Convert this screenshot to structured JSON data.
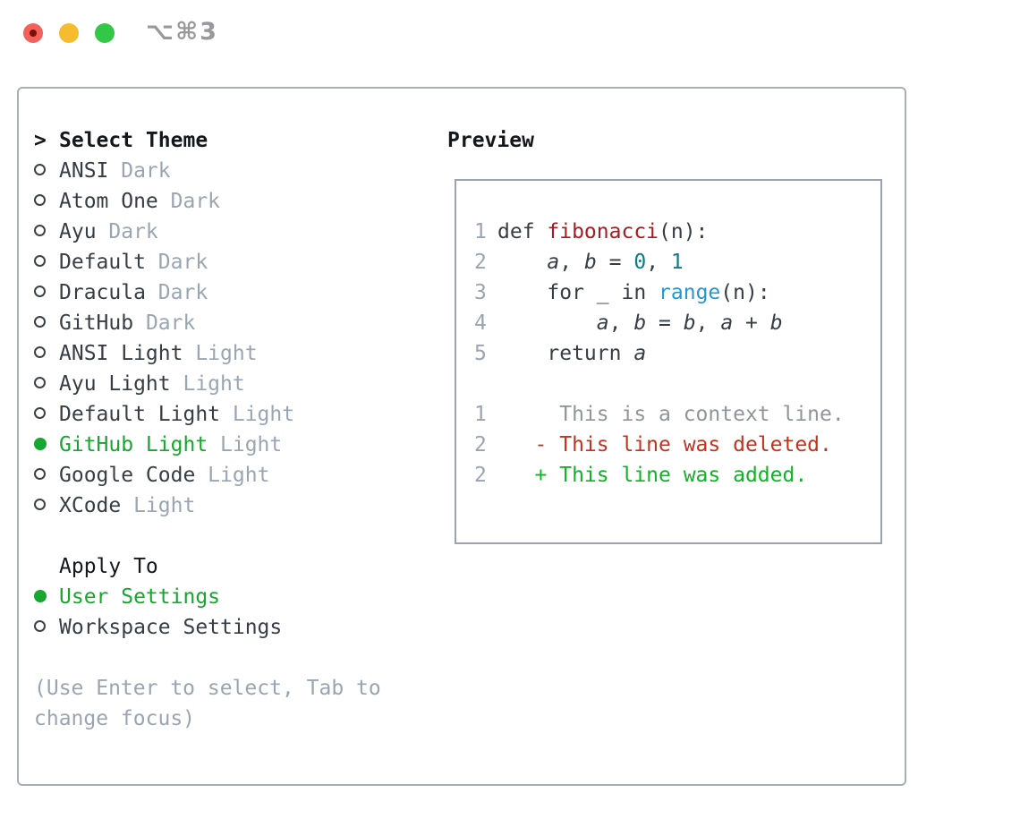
{
  "window": {
    "shortcut": "⌥⌘3"
  },
  "theme_list": {
    "prompt": ">",
    "header": "Select Theme",
    "items": [
      {
        "name": "ANSI",
        "variant": "Dark",
        "selected": false
      },
      {
        "name": "Atom One",
        "variant": "Dark",
        "selected": false
      },
      {
        "name": "Ayu",
        "variant": "Dark",
        "selected": false
      },
      {
        "name": "Default",
        "variant": "Dark",
        "selected": false
      },
      {
        "name": "Dracula",
        "variant": "Dark",
        "selected": false
      },
      {
        "name": "GitHub",
        "variant": "Dark",
        "selected": false
      },
      {
        "name": "ANSI Light",
        "variant": "Light",
        "selected": false
      },
      {
        "name": "Ayu Light",
        "variant": "Light",
        "selected": false
      },
      {
        "name": "Default Light",
        "variant": "Light",
        "selected": false
      },
      {
        "name": "GitHub Light",
        "variant": "Light",
        "selected": true
      },
      {
        "name": "Google Code",
        "variant": "Light",
        "selected": false
      },
      {
        "name": "XCode",
        "variant": "Light",
        "selected": false
      }
    ]
  },
  "apply_to": {
    "header": "Apply To",
    "options": [
      {
        "label": "User Settings",
        "selected": true
      },
      {
        "label": "Workspace Settings",
        "selected": false
      }
    ]
  },
  "hint": "(Use Enter to select, Tab to change focus)",
  "preview": {
    "header": "Preview",
    "lines": [
      {
        "kind": "code",
        "num": "1",
        "tokens": [
          [
            "kw",
            "def "
          ],
          [
            "title",
            "fibonacci"
          ],
          [
            "plain",
            "(n):"
          ]
        ]
      },
      {
        "kind": "code",
        "num": "2",
        "tokens": [
          [
            "plain",
            "    "
          ],
          [
            "var",
            "a"
          ],
          [
            "plain",
            ", "
          ],
          [
            "var",
            "b"
          ],
          [
            "plain",
            " = "
          ],
          [
            "num",
            "0"
          ],
          [
            "plain",
            ", "
          ],
          [
            "num",
            "1"
          ]
        ]
      },
      {
        "kind": "code",
        "num": "3",
        "tokens": [
          [
            "plain",
            "    "
          ],
          [
            "kw",
            "for"
          ],
          [
            "plain",
            " _ "
          ],
          [
            "kw",
            "in"
          ],
          [
            "plain",
            " "
          ],
          [
            "builtin",
            "range"
          ],
          [
            "plain",
            "(n):"
          ]
        ]
      },
      {
        "kind": "code",
        "num": "4",
        "tokens": [
          [
            "plain",
            "        "
          ],
          [
            "var",
            "a"
          ],
          [
            "plain",
            ", "
          ],
          [
            "var",
            "b"
          ],
          [
            "plain",
            " = "
          ],
          [
            "var",
            "b"
          ],
          [
            "plain",
            ", "
          ],
          [
            "var",
            "a"
          ],
          [
            "plain",
            " + "
          ],
          [
            "var",
            "b"
          ]
        ]
      },
      {
        "kind": "code",
        "num": "5",
        "tokens": [
          [
            "plain",
            "    "
          ],
          [
            "kw",
            "return"
          ],
          [
            "plain",
            " "
          ],
          [
            "var",
            "a"
          ]
        ]
      },
      {
        "kind": "blank"
      },
      {
        "kind": "diff",
        "num": "1",
        "style": "ctx",
        "text": "     This is a context line."
      },
      {
        "kind": "diff",
        "num": "2",
        "style": "del",
        "text": "   - This line was deleted."
      },
      {
        "kind": "diff",
        "num": "2",
        "style": "add",
        "text": "   + This line was added."
      }
    ]
  },
  "colors": {
    "accent_green": "#17a62f",
    "muted_gray": "#9aa5b2",
    "text_dark": "#363d45",
    "heading_black": "#14181c",
    "panel_border": "#a8aeb8",
    "box_border": "#9ba3ae",
    "code_title_red": "#a31d22",
    "code_number_teal": "#0b7c85",
    "code_builtin_blue": "#2397cf",
    "diff_context_gray": "#8f959b",
    "diff_deleted_red": "#c23320",
    "diff_added_green": "#10b325",
    "traffic_red": "#f4605a",
    "traffic_red_dot": "#7c100a",
    "traffic_yellow": "#f5bd2e",
    "traffic_green": "#33c748",
    "shortcut_gray": "#98989d"
  }
}
